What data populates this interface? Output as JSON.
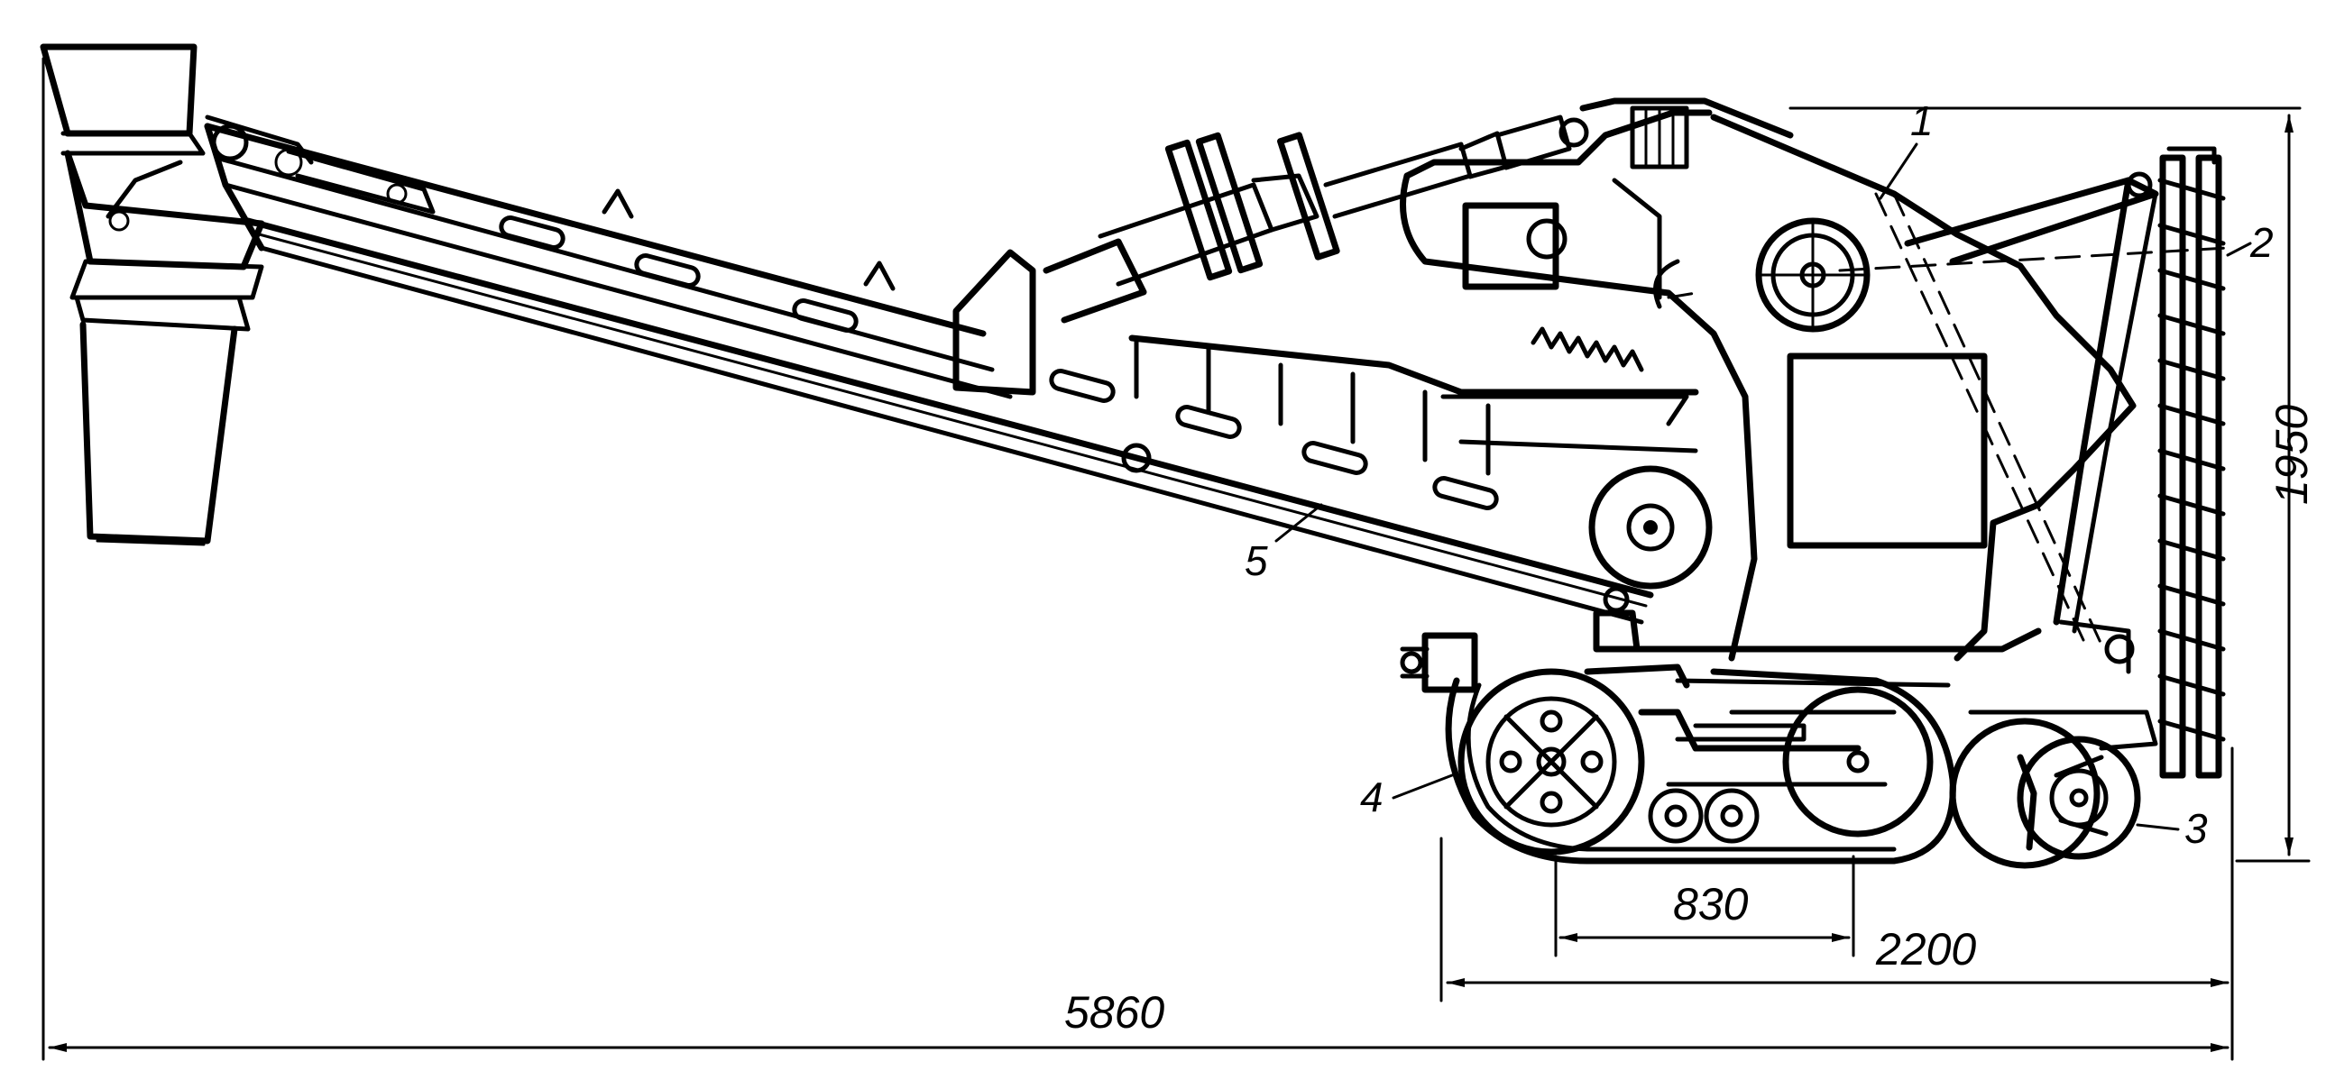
{
  "dimensions": {
    "total_length": "5860",
    "chassis_length": "2200",
    "wheelbase": "830",
    "height": "1950"
  },
  "labels": [
    "1",
    "2",
    "3",
    "4",
    "5"
  ]
}
